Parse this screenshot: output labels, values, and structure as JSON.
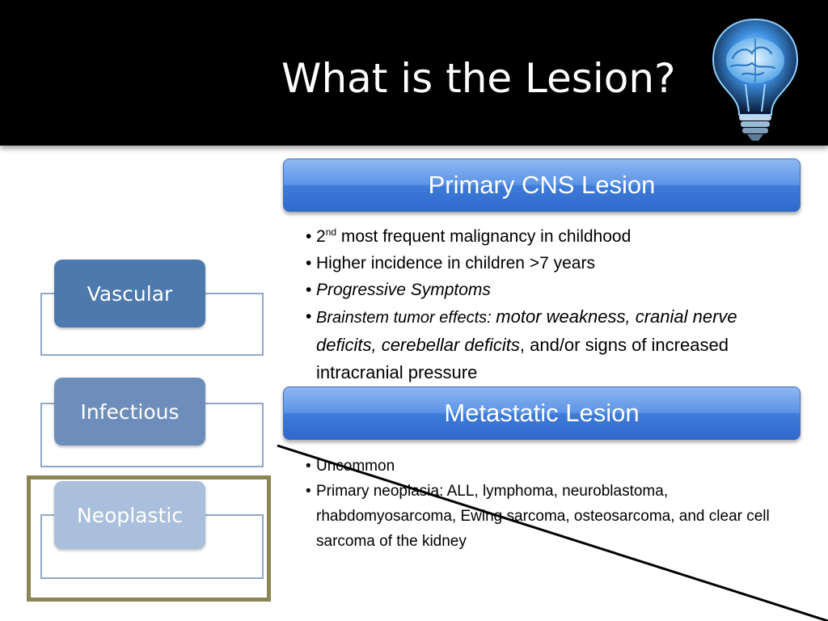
{
  "slide": {
    "title": "What is the Lesion?"
  },
  "icons": {
    "header_graphic": "brain-lightbulb-icon"
  },
  "nav": {
    "items": [
      {
        "label": "Vascular"
      },
      {
        "label": "Infectious"
      },
      {
        "label": "Neoplastic"
      }
    ],
    "selected": "Neoplastic"
  },
  "primary": {
    "header": "Primary CNS Lesion",
    "bullet1": {
      "num": "2",
      "sup": "nd",
      "rest": " most frequent malignancy in childhood"
    },
    "bullet2": "Higher incidence in children >7 years",
    "bullet3": "Progressive Symptoms",
    "bullet4": {
      "italic_lead": "Brainstem tumor effects: ",
      "italic_main": "motor weakness, cranial nerve deficits, cerebellar deficits",
      "tail": ", and/or signs of increased intracranial pressure"
    }
  },
  "metastatic": {
    "header": "Metastatic Lesion",
    "bullets": [
      "Uncommon",
      "Primary neoplasia: ALL, lymphoma, neuroblastoma, rhabdomyosarcoma, Ewing sarcoma, osteosarcoma, and clear cell sarcoma of the kidney"
    ]
  },
  "colors": {
    "header_bg": "#000000",
    "nav_vascular": "#4d79ad",
    "nav_infectious": "#6d8ebb",
    "nav_neoplastic": "#a9bfdc",
    "selector_border": "#8c8555",
    "lesion_header": "#3f7bd8"
  }
}
